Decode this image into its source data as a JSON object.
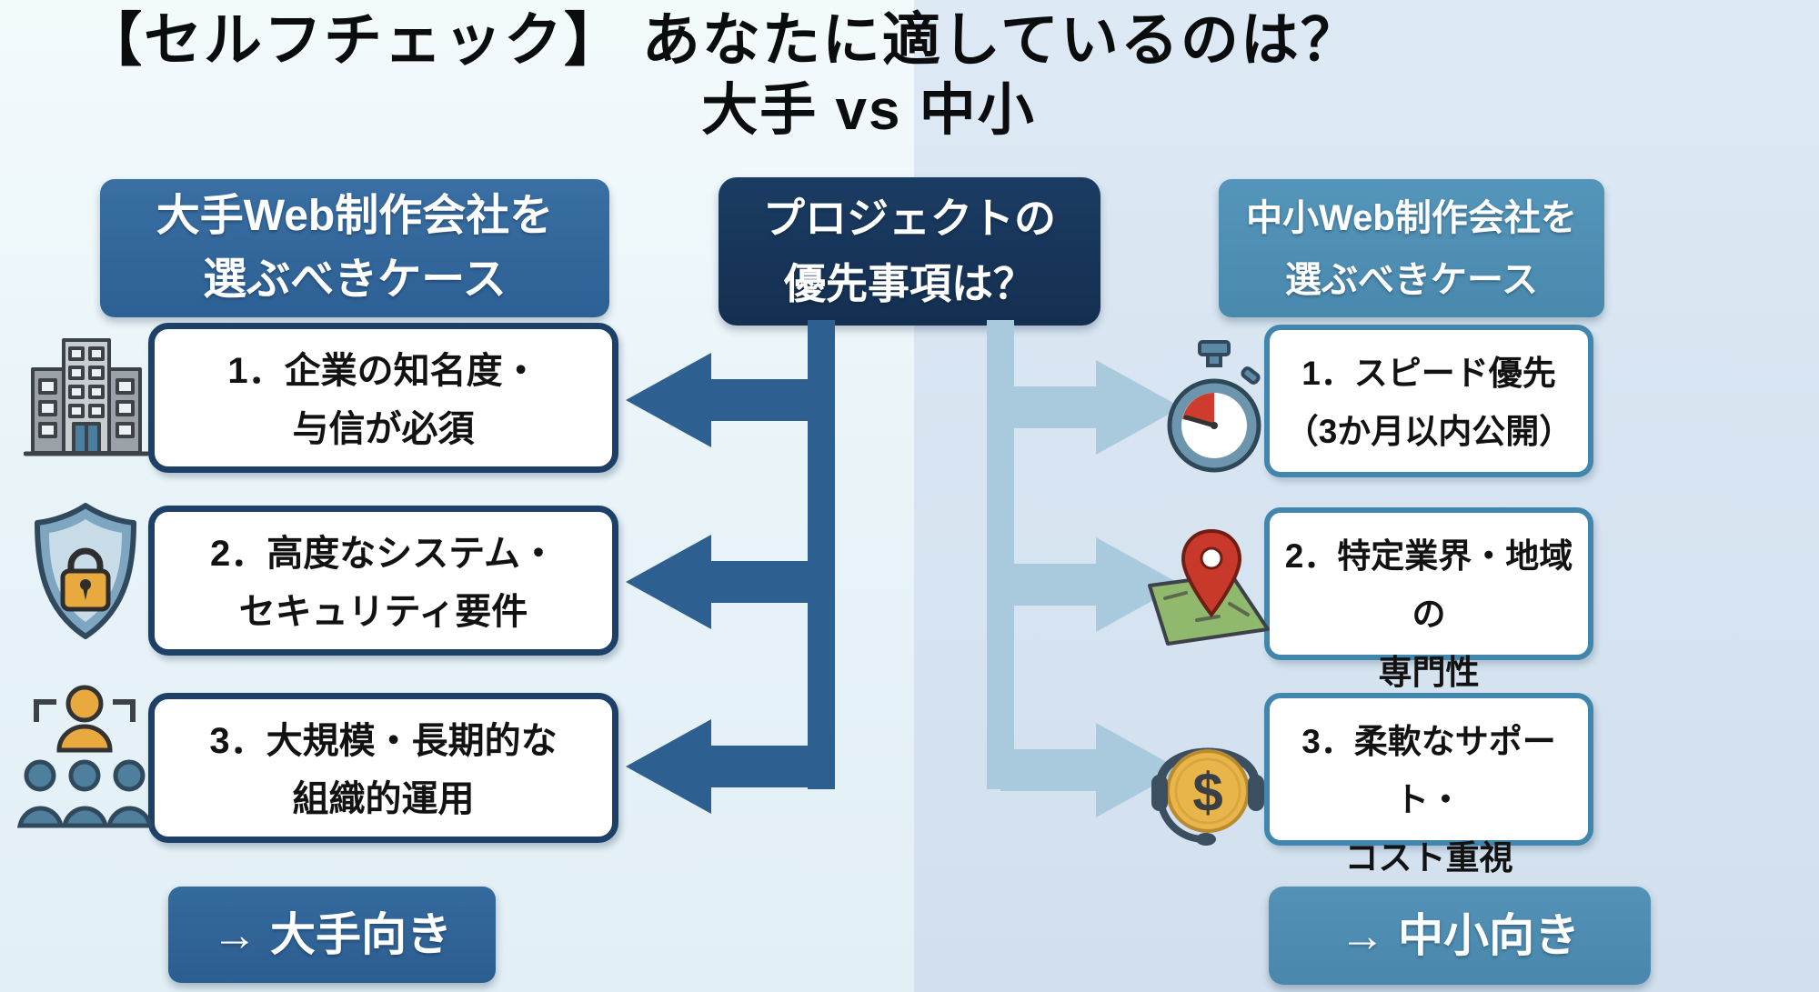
{
  "title": {
    "line1": "【セルフチェック】 あなたに適しているのは？",
    "line2": "大手 vs 中小"
  },
  "center": {
    "question_line1": "プロジェクトの",
    "question_line2": "優先事項は？"
  },
  "left": {
    "header_line1": "大手Web制作会社を",
    "header_line2": "選ぶべきケース",
    "items": [
      {
        "icon": "building-icon",
        "line1": "1．企業の知名度・",
        "line2": "与信が必須"
      },
      {
        "icon": "shield-lock-icon",
        "line1": "2．高度なシステム・",
        "line2": "セキュリティ要件"
      },
      {
        "icon": "team-icon",
        "line1": "3．大規模・長期的な",
        "line2": "組織的運用"
      }
    ],
    "badge": "→ 大手向き"
  },
  "right": {
    "header_line1": "中小Web制作会社を",
    "header_line2": "選ぶべきケース",
    "items": [
      {
        "icon": "stopwatch-icon",
        "line1": "1．スピード優先",
        "line2": "（3か月以内公開）"
      },
      {
        "icon": "map-pin-icon",
        "line1": "2．特定業界・地域の",
        "line2": "専門性"
      },
      {
        "icon": "support-cost-icon",
        "line1": "3．柔軟なサポート・",
        "line2": "コスト重視"
      }
    ],
    "badge": "→ 中小向き"
  },
  "colors": {
    "bg_left": "#e9f3f8",
    "bg_right": "#d6e3f0",
    "left_header": "#2d6094",
    "middle_box": "#142f50",
    "right_header": "#4a89ae",
    "left_arrow": "#2d5f90",
    "right_arrow": "#a9cadc",
    "left_item_border": "#1d4068",
    "right_item_border": "#4187ad",
    "left_badge": "#2c5d90",
    "right_badge": "#4987ac",
    "title_text": "#0b0c0d",
    "item_text": "#121212"
  }
}
